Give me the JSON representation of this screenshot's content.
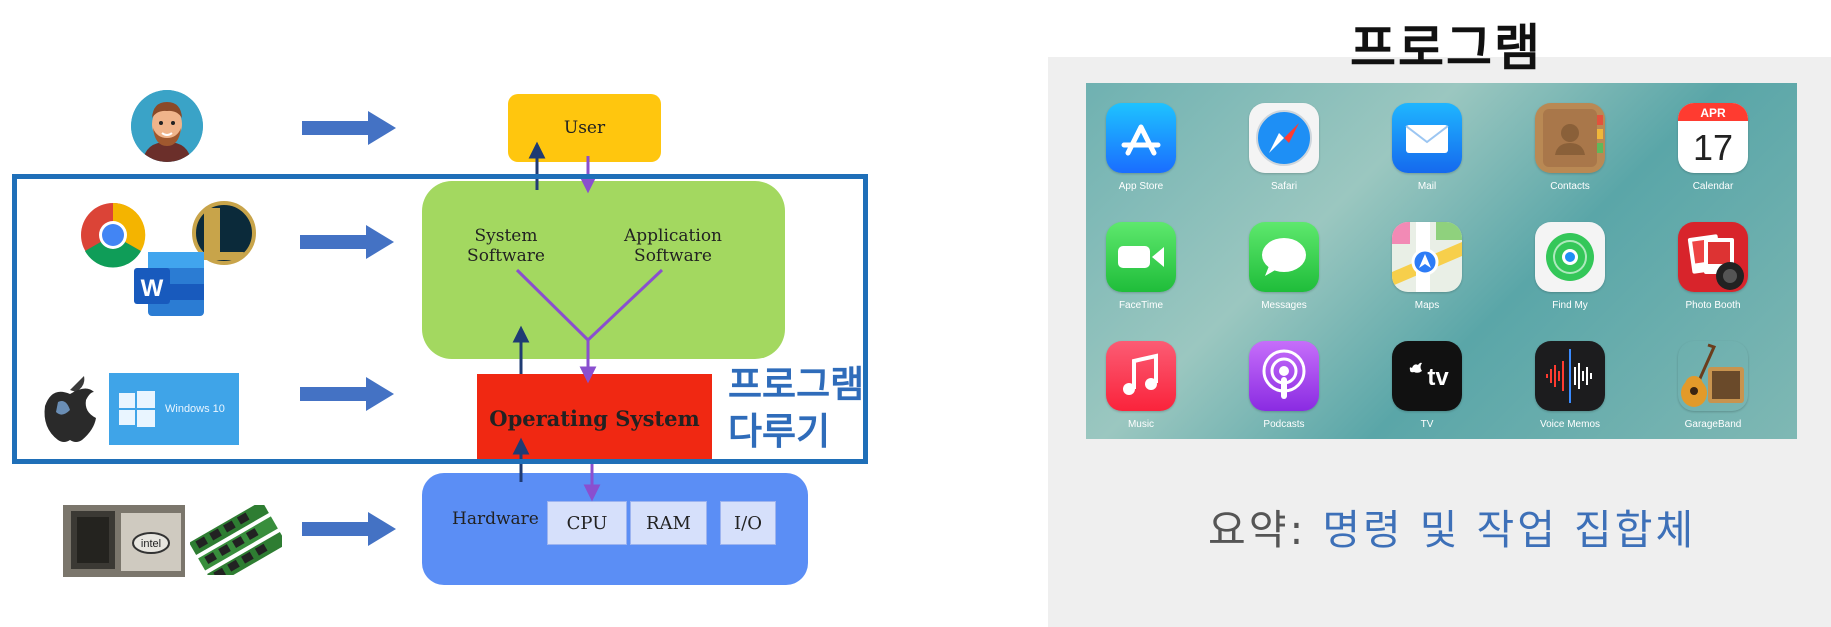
{
  "diagram": {
    "user": "User",
    "system_software": [
      "System",
      "Software"
    ],
    "application_software": [
      "Application",
      "Software"
    ],
    "operating_system": "Operating System",
    "hardware": "Hardware",
    "components": [
      "CPU",
      "RAM",
      "I/O"
    ],
    "windows_text": "Windows 10",
    "manage_label": [
      "프로그램",
      "다루기"
    ],
    "colors": {
      "user": "#ffc60e",
      "software": "#a3d860",
      "os": "#f02812",
      "hardware": "#5b8ef5",
      "frame": "#1f6fb8",
      "arrow": "#4472c4"
    }
  },
  "slide": {
    "title": "프로그램",
    "apps": [
      {
        "label": "App Store",
        "icon": "app-store-icon"
      },
      {
        "label": "Safari",
        "icon": "safari-icon"
      },
      {
        "label": "Mail",
        "icon": "mail-icon"
      },
      {
        "label": "Contacts",
        "icon": "contacts-icon"
      },
      {
        "label": "Calendar",
        "icon": "calendar-icon",
        "month": "APR",
        "day": "17"
      },
      {
        "label": "FaceTime",
        "icon": "facetime-icon"
      },
      {
        "label": "Messages",
        "icon": "messages-icon"
      },
      {
        "label": "Maps",
        "icon": "maps-icon"
      },
      {
        "label": "Find My",
        "icon": "find-my-icon"
      },
      {
        "label": "Photo Booth",
        "icon": "photo-booth-icon"
      },
      {
        "label": "Music",
        "icon": "music-icon"
      },
      {
        "label": "Podcasts",
        "icon": "podcasts-icon"
      },
      {
        "label": "TV",
        "icon": "tv-icon",
        "text": "tv"
      },
      {
        "label": "Voice Memos",
        "icon": "voice-memos-icon"
      },
      {
        "label": "GarageBand",
        "icon": "garageband-icon"
      }
    ],
    "summary_label": "요약:",
    "summary_text": "명령 및 작업 집합체"
  }
}
